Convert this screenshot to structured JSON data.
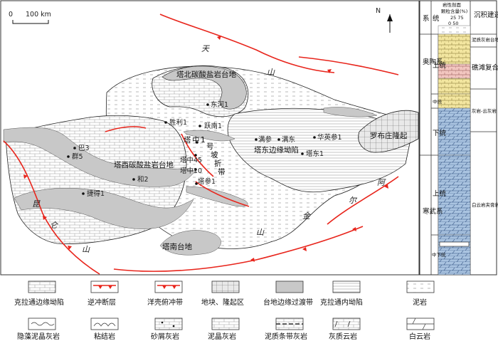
{
  "scale": {
    "zero": "0",
    "distance": "100 km"
  },
  "north": "N",
  "mountains": {
    "tian": "天",
    "shan1": "山",
    "kun": "昆",
    "lun": "仑",
    "shan2": "山",
    "a": "阿",
    "jin": "金",
    "shan3": "山",
    "er": "尔"
  },
  "regions": {
    "tabei": "塔北碳酸盐岩台地",
    "taxi": "塔西碳酸盐岩台地",
    "tadong": "塔东边缘坳陷",
    "luobu": "罗布庄隆起",
    "tanan": "塔南台地",
    "tazhong_belt": [
      "塔",
      "中",
      "1",
      "号",
      "坡",
      "折",
      "带"
    ]
  },
  "wells": {
    "donghe1": "东河1",
    "shengli1": "胜利1",
    "yuenan1": "跃南1",
    "manshen": "满参",
    "mandong": "满东",
    "huayingshen1": "华英参1",
    "tadong1": "塔东1",
    "ba3": "巴3",
    "qun5": "群5",
    "he2": "和2",
    "jiede1": "捷得1",
    "tazhong45": "塔中45",
    "tazhong10": "塔中10",
    "tashen1": "塔参1",
    "tazhong1": "塔中1"
  },
  "column": {
    "header_system": "系",
    "header_series": "统",
    "header_profile": "岩性剖面",
    "header_grain": "颗粒含量(%)",
    "header_ticks_top": "25 75",
    "header_ticks_bottom": "0 50",
    "header_build": "沉积建造",
    "ordovician": "奥陶系",
    "ordo_upper": "上统",
    "ordo_middle": "中统",
    "ordo_lower": "下统",
    "cambrian": "寒武系",
    "camb_upper": "上统",
    "camb_midlower": "中下统",
    "build1": "泥质灰岩台地相沉积",
    "build2": "礁滩复合体",
    "build3": "灰岩-云灰岩",
    "build4": "白云岩夹膏岩建造"
  },
  "legend": [
    "克拉通边缘坳陷",
    "逆冲断层",
    "洋壳俯冲带",
    "地块、隆起区",
    "台地边缘过渡带",
    "克拉通内坳陷",
    "泥岩",
    "隐藻泥晶灰岩",
    "粘结岩",
    "砂屑灰岩",
    "泥晶灰岩",
    "泥质条带灰岩",
    "灰质云岩",
    "白云岩"
  ],
  "colors": {
    "fault": "#e8251c",
    "transition": "#c8c8c8",
    "basin_fill": "#ffffff",
    "column_yellow": "#f3e6a0",
    "column_pink": "#f2c6c0",
    "column_blue": "#a9c3e0"
  }
}
